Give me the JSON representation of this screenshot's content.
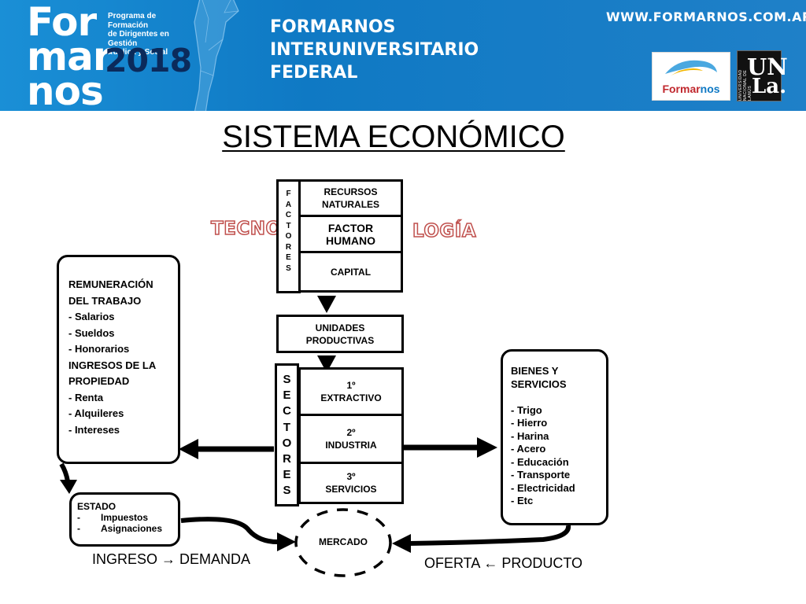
{
  "banner": {
    "logo_lines": [
      "For",
      "mar",
      "nos"
    ],
    "program_lines": [
      "Programa de Formación",
      "de Dirigentes en Gestión",
      "Pública y Social"
    ],
    "year": "2018",
    "program_title_lines": [
      "FORMARNOS",
      "INTERUNIVERSITARIO",
      "FEDERAL"
    ],
    "website": "WWW.FORMARNOS.COM.AR",
    "logo_formarnos": {
      "part1": "Formar",
      "part2": "nos"
    },
    "logo_unla": {
      "top": "UN",
      "bottom": "La.",
      "side": "UNIVERSIDAD NACIONAL DE LANÚS"
    },
    "colors": {
      "banner_blue": "#0f79c4",
      "year_navy": "#0b2a5b",
      "logo_red": "#c0272d"
    }
  },
  "title": "SISTEMA ECONÓMICO",
  "technology": {
    "left": "TECNO",
    "right": "LOGÍA",
    "outline_color": "#c0504d"
  },
  "factors": {
    "vertical_letters": [
      "F",
      "A",
      "C",
      "T",
      "O",
      "R",
      "E",
      "S"
    ],
    "cells": [
      "RECURSOS\nNATURALES",
      "FACTOR\nHUMANO",
      "CAPITAL"
    ]
  },
  "productive_units": "UNIDADES\nPRODUCTIVAS",
  "sectors": {
    "vertical_letters": [
      "S",
      "E",
      "C",
      "T",
      "O",
      "R",
      "E",
      "S"
    ],
    "cells": [
      "1º\nEXTRACTIVO",
      "2º\nINDUSTRIA",
      "3º\nSERVICIOS"
    ]
  },
  "income_box": {
    "lines": [
      "REMUNERACIÓN",
      "DEL TRABAJO",
      "- Salarios",
      "- Sueldos",
      "- Honorarios",
      "INGRESOS DE LA",
      "PROPIEDAD",
      "- Renta",
      "- Alquileres",
      "- Intereses"
    ]
  },
  "goods_box": {
    "lines": [
      "BIENES Y",
      "SERVICIOS",
      "",
      "- Trigo",
      "- Hierro",
      "- Harina",
      "- Acero",
      "- Educación",
      "- Transporte",
      "- Electricidad",
      "- Etc"
    ]
  },
  "state_box": {
    "title": "ESTADO",
    "items": [
      {
        "dash": "-",
        "text": "Impuestos"
      },
      {
        "dash": "-",
        "text": "Asignaciones"
      }
    ]
  },
  "market": "MERCADO",
  "bottom_labels": {
    "demand": "INGRESO → DEMANDA",
    "supply": "OFERTA ← PRODUCTO"
  }
}
